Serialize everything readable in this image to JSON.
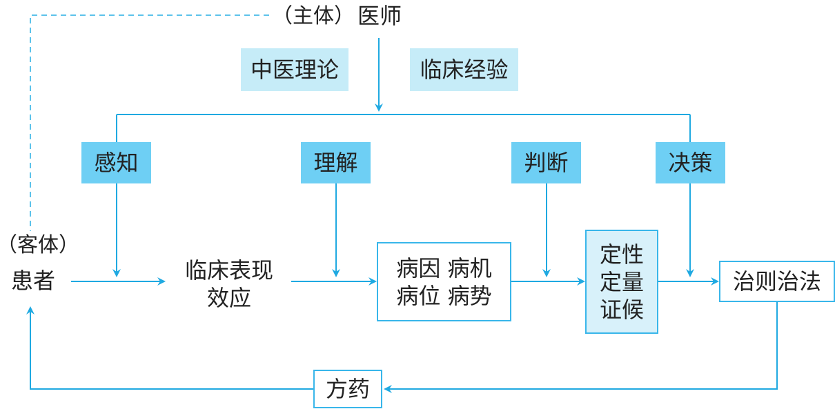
{
  "colors": {
    "line": "#1fa9e1",
    "dashed": "#5cc2ea",
    "box_fill": "#c6ecf8",
    "box_fill_strong": "#6ecff4",
    "box_border": "#38b6ea",
    "text": "#222222"
  },
  "nodes": {
    "subject_tag": "（主体）",
    "doctor": "医师",
    "tcm_theory": "中医理论",
    "clinical_experience": "临床经验",
    "perception": "感知",
    "understanding": "理解",
    "judgment": "判断",
    "decision": "决策",
    "object_tag": "（客体）",
    "patient": "患者",
    "clinical_line1": "临床表现",
    "clinical_line2": "效应",
    "etiology_line1": "病因 病机",
    "etiology_line2": "病位 病势",
    "quality_line1": "定性",
    "quality_line2": "定量",
    "quality_line3": "证候",
    "treatment": "治则治法",
    "prescription": "方药"
  }
}
